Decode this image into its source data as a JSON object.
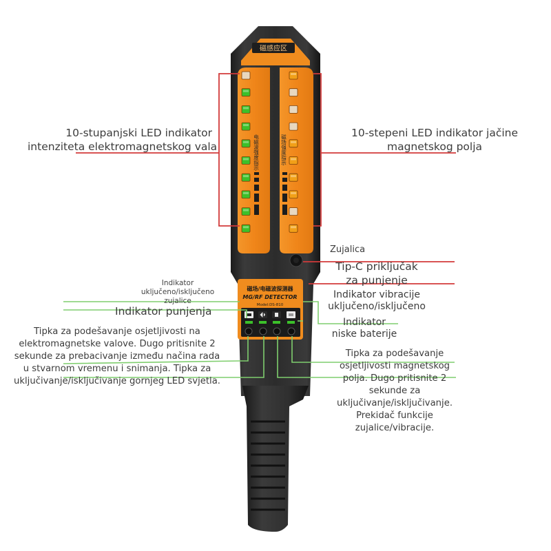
{
  "device": {
    "top_window_label": "磁感应区",
    "vertical_label_left": "电磁波强度指示",
    "vertical_label_right": "磁场强度指示",
    "panel_title_cn": "磁场/电磁波探测器",
    "panel_title_en": "MG/RF DETECTOR",
    "model": "Model:DS-810",
    "left_bar_leds": [
      {
        "color": "#e8d8c0",
        "lit": false
      },
      {
        "color": "#3cc02a",
        "lit": true
      },
      {
        "color": "#3cc02a",
        "lit": true
      },
      {
        "color": "#3cc02a",
        "lit": true
      },
      {
        "color": "#3cc02a",
        "lit": true
      },
      {
        "color": "#3cc02a",
        "lit": true
      },
      {
        "color": "#3cc02a",
        "lit": true
      },
      {
        "color": "#3cc02a",
        "lit": true
      },
      {
        "color": "#3cc02a",
        "lit": true
      },
      {
        "color": "#3cc02a",
        "lit": true
      }
    ],
    "right_bar_leds": [
      {
        "color": "#f2a018",
        "lit": true
      },
      {
        "color": "#e8d8c0",
        "lit": false
      },
      {
        "color": "#e8d8c0",
        "lit": false
      },
      {
        "color": "#e8d8c0",
        "lit": false
      },
      {
        "color": "#f2a018",
        "lit": true
      },
      {
        "color": "#f2a018",
        "lit": true
      },
      {
        "color": "#f2a018",
        "lit": true
      },
      {
        "color": "#f2a018",
        "lit": true
      },
      {
        "color": "#e8d8c0",
        "lit": false
      },
      {
        "color": "#f2a018",
        "lit": true
      }
    ],
    "colors": {
      "body": "#2a2a2a",
      "orange": "#f08c1e",
      "callout_red": "#d23a3a",
      "callout_green": "#7fce6e"
    }
  },
  "callouts": {
    "em_led_indicator": [
      "10-stupanjski LED indikator",
      "intenziteta elektromagnetskog vala"
    ],
    "mag_led_indicator": [
      "10-stepeni LED indikator jačine",
      "magnetskog polja"
    ],
    "buzzer": "Zujalica",
    "usb_c": [
      "Tip-C priključak",
      "za punjenje"
    ],
    "buzzer_power_indicator": [
      "Indikator",
      "uključeno/isključeno",
      "zujalice"
    ],
    "charging_indicator": "Indikator punjenja",
    "vibration_indicator": [
      "Indikator vibracije",
      "uključeno/isključeno"
    ],
    "low_battery_indicator": [
      "Indikator",
      "niske baterije"
    ],
    "em_sensitivity_button": [
      "Tipka za podešavanje osjetljivosti na",
      "elektromagnetske valove. Dugo pritisnite 2",
      "sekunde za prebacivanje između načina rada",
      "u stvarnom vremenu i snimanja. Tipka za",
      "uključivanje/isključivanje gornjeg LED svjetla."
    ],
    "mag_sensitivity_button": [
      "Tipka za podešavanje",
      "osjetljivosti magnetskog",
      "polja. Dugo pritisnite 2",
      "sekunde za",
      "uključivanje/isključivanje.",
      "Prekidač funkcije",
      "zujalice/vibracije."
    ]
  }
}
